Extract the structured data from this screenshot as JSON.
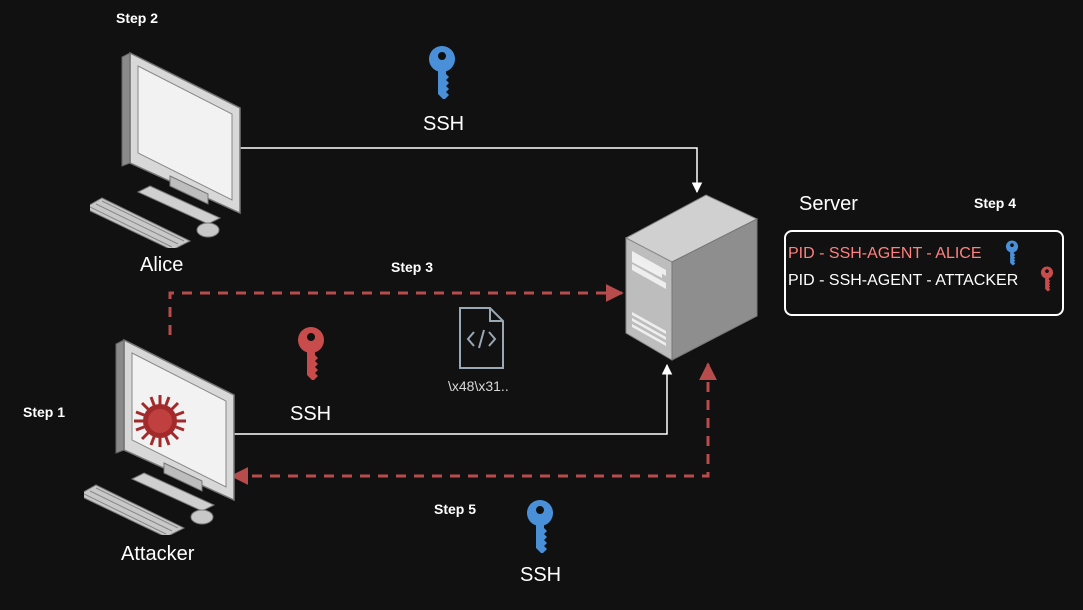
{
  "steps": {
    "step1": "Step 1",
    "step2": "Step 2",
    "step3": "Step 3",
    "step4": "Step 4",
    "step5": "Step 5"
  },
  "nodes": {
    "alice": "Alice",
    "attacker": "Attacker",
    "server": "Server"
  },
  "keys": {
    "ssh_top": "SSH",
    "ssh_attacker": "SSH",
    "ssh_bottom": "SSH"
  },
  "payload": "\\x48\\x31..",
  "server_processes": [
    {
      "text": "PID - SSH-AGENT - ALICE",
      "color": "#ff8080",
      "key": "blue-key"
    },
    {
      "text": "PID - SSH-AGENT - ATTACKER",
      "color": "#ffffff",
      "key": "red-key"
    }
  ],
  "colors": {
    "background": "#111111",
    "blue_key": "#4a90d9",
    "red_key": "#c94c4c",
    "dashed_arrow": "#b84c4c",
    "solid_arrow": "#ffffff"
  }
}
